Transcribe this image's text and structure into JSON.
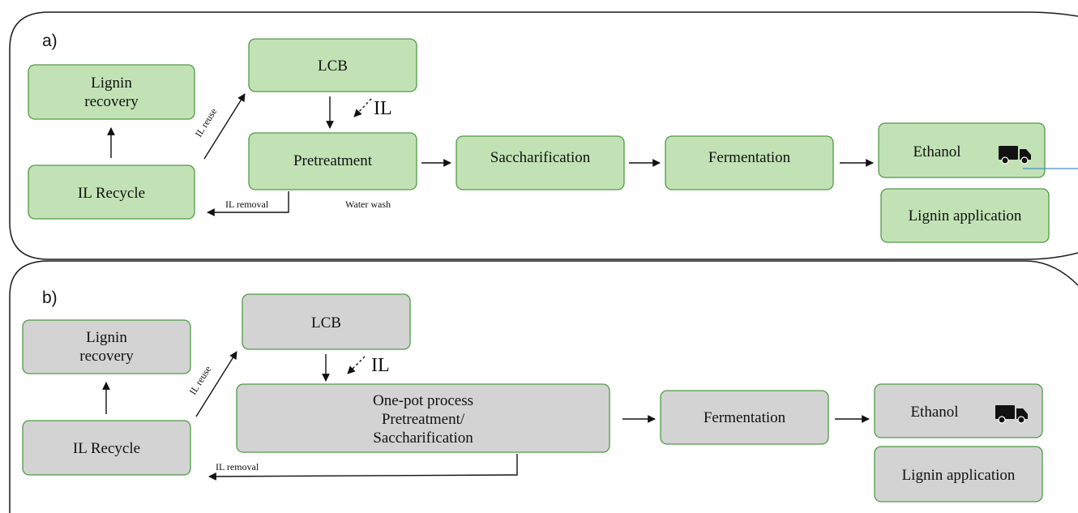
{
  "panel_a": {
    "label": "a)",
    "lcb": "LCB",
    "lignin_recovery": [
      "Lignin",
      "recovery"
    ],
    "il_recycle": "IL Recycle",
    "pretreatment": "Pretreatment",
    "saccharification": "Saccharification",
    "fermentation": "Fermentation",
    "ethanol": "Ethanol",
    "lignin_application": "Lignin application",
    "il_input": "IL",
    "il_reuse": "IL reuse",
    "il_removal": "IL removal",
    "water_wash": "Water wash"
  },
  "panel_b": {
    "label": "b)",
    "lcb": "LCB",
    "lignin_recovery": [
      "Lignin",
      "recovery"
    ],
    "il_recycle": "IL Recycle",
    "one_pot": [
      "One-pot process",
      "Pretreatment/",
      "Saccharification"
    ],
    "fermentation": "Fermentation",
    "ethanol": "Ethanol",
    "lignin_application": "Lignin application",
    "il_input": "IL",
    "il_reuse": "IL reuse",
    "il_removal": "IL removal"
  },
  "icons": [
    "truck-icon"
  ],
  "colors": {
    "green_fill": "#c2e2b5",
    "gray_fill": "#d3d3d3",
    "box_border": "#4f9a45"
  }
}
